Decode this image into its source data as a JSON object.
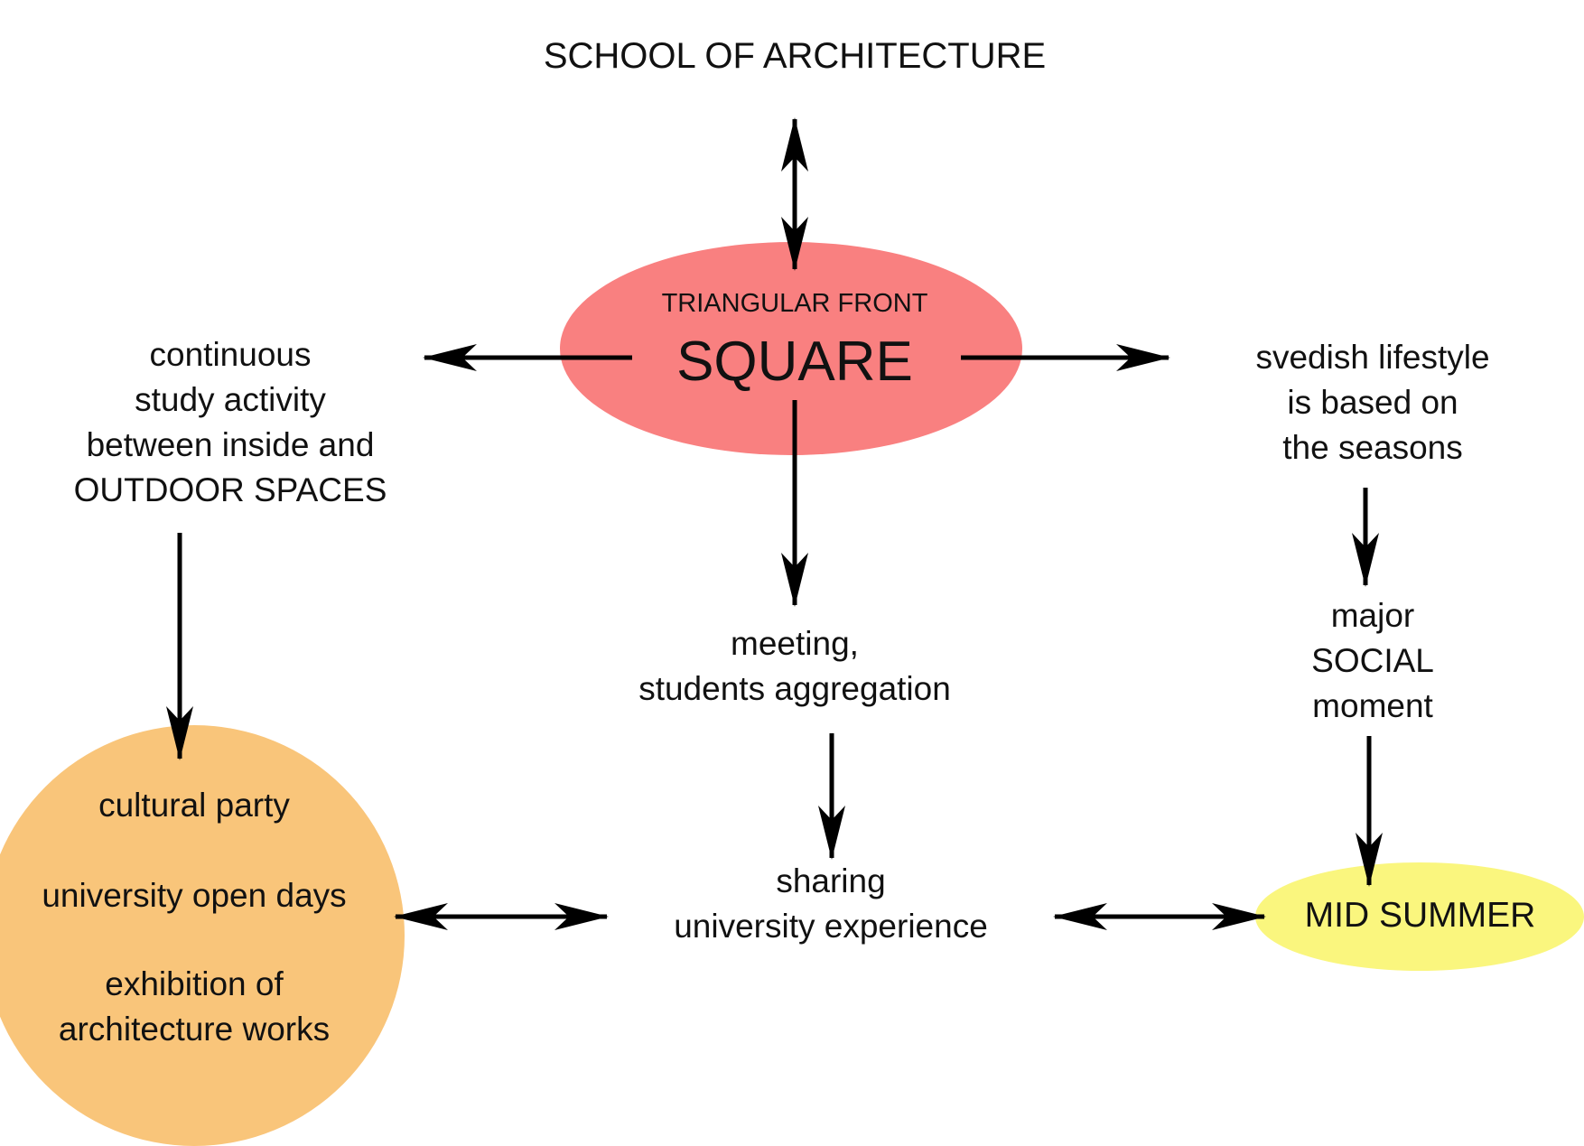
{
  "diagram": {
    "school": "SCHOOL OF ARCHITECTURE",
    "center": {
      "subtitle": "TRIANGULAR FRONT",
      "title": "SQUARE",
      "color": "#f98080"
    },
    "left_node": {
      "line1": "continuous",
      "line2": "study activity",
      "line3": "between inside and",
      "line4": "OUTDOOR SPACES"
    },
    "right_node": {
      "line1": "svedish lifestyle",
      "line2": "is based on",
      "line3": "the seasons"
    },
    "meeting": {
      "line1": "meeting,",
      "line2": "students aggregation"
    },
    "social": {
      "line1": "major",
      "line2": "SOCIAL",
      "line3": "moment"
    },
    "sharing": {
      "line1": "sharing",
      "line2": "university experience"
    },
    "events": {
      "item1": "cultural party",
      "item2": "university open days",
      "item3_line1": "exhibition of",
      "item3_line2": "architecture works",
      "color": "#f9c57a"
    },
    "midsummer": {
      "label": "MID SUMMER",
      "color": "#faf67e"
    },
    "arrow_color": "#000000"
  }
}
